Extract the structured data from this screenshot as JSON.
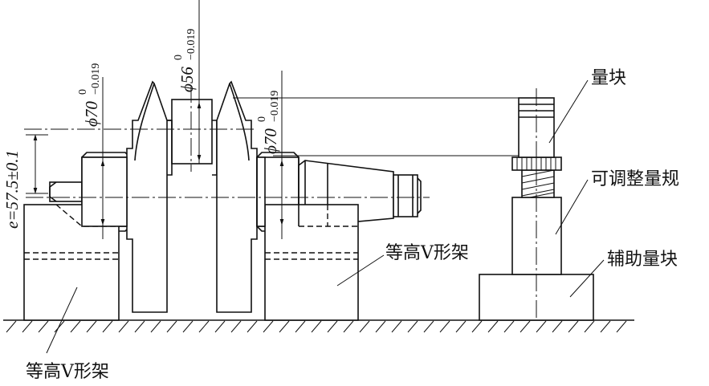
{
  "labels": {
    "gauge_block": "量块",
    "adjustable_gauge": "可调整量规",
    "aux_gauge_block": "辅助量块",
    "v_block_right": "等高V形架",
    "v_block_left": "等高V形架"
  },
  "dimensions": {
    "e": {
      "main": "e=57.5±0.1"
    },
    "d70_left": {
      "main": "ϕ70",
      "upper": "0",
      "lower": "−0.019"
    },
    "d56": {
      "main": "ϕ56",
      "upper": "0",
      "lower": "−0.019"
    },
    "d70_right": {
      "main": "ϕ70",
      "upper": "0",
      "lower": "−0.019"
    }
  }
}
